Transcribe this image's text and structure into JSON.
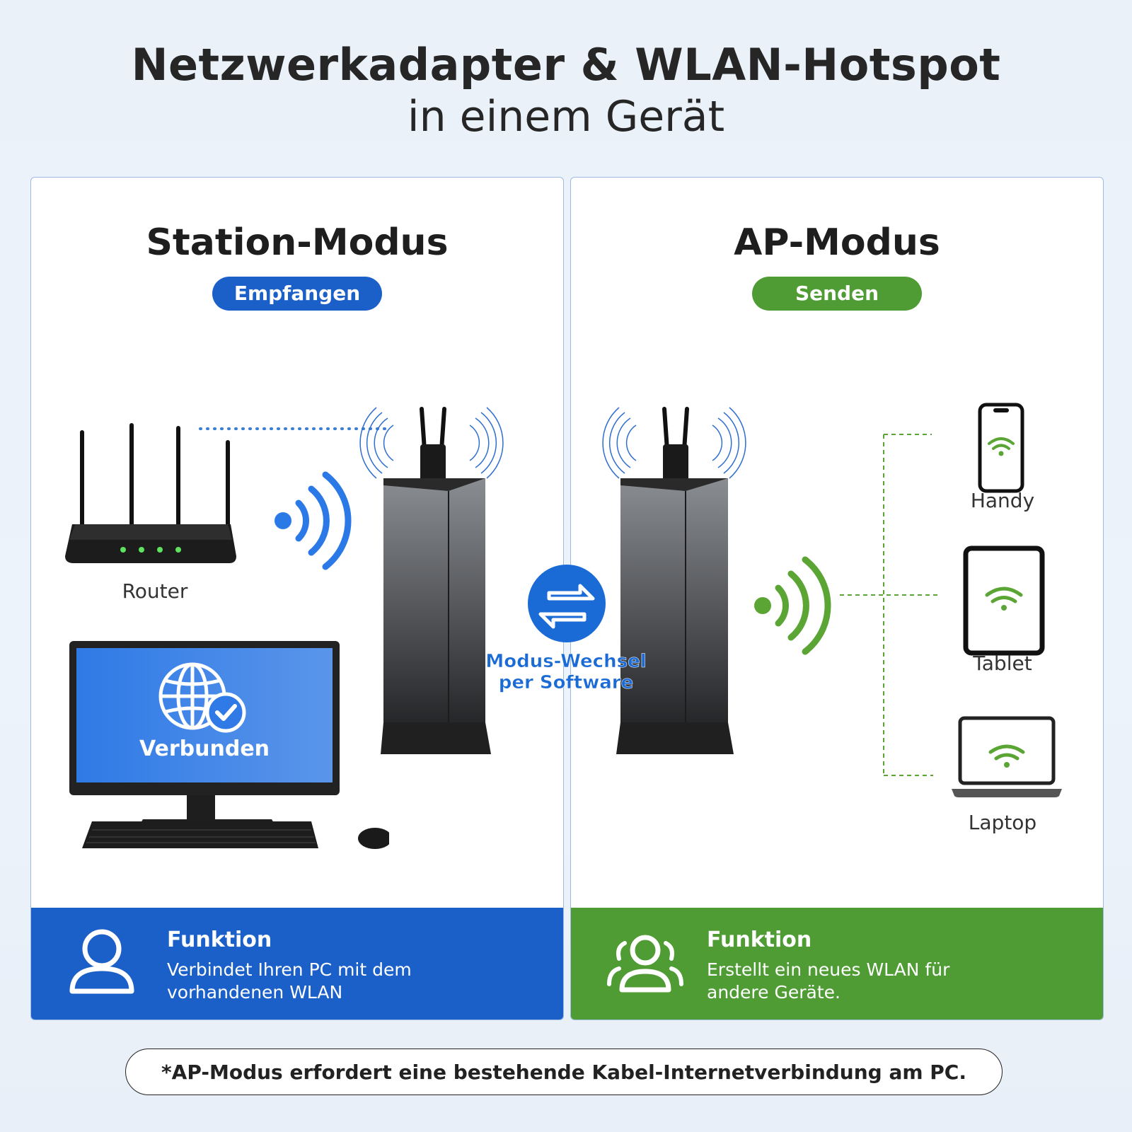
{
  "header": {
    "title_line1": "Netzwerkadapter & WLAN-Hotspot",
    "title_line2": "in einem Gerät"
  },
  "colors": {
    "blue": "#1b5fc9",
    "green": "#4f9c34"
  },
  "station_panel": {
    "title": "Station-Modus",
    "badge": "Empfangen",
    "router_label": "Router",
    "screen_label": "Verbunden",
    "footer_title": "Funktion",
    "footer_text_line1": "Verbindet Ihren PC mit dem",
    "footer_text_line2": "vorhandenen WLAN"
  },
  "switch": {
    "line1": "Modus-Wechsel",
    "line2": "per Software"
  },
  "ap_panel": {
    "title": "AP-Modus",
    "badge": "Senden",
    "devices": [
      "Handy",
      "Tablet",
      "Laptop"
    ],
    "footer_title": "Funktion",
    "footer_text_line1": "Erstellt ein neues WLAN für",
    "footer_text_line2": "andere Geräte."
  },
  "footnote": "*AP-Modus erfordert eine bestehende Kabel-Internetverbindung am PC."
}
